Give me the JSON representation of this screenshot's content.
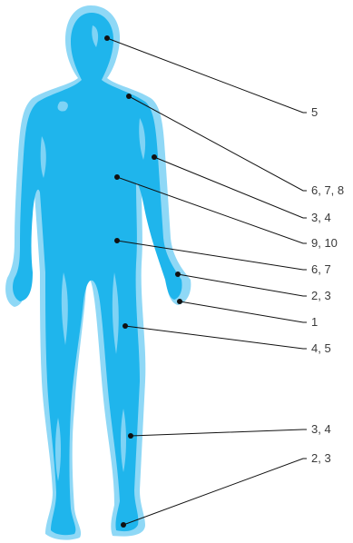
{
  "colors": {
    "body_outline": "#8fd8f6",
    "body_fill": "#1fb5ec",
    "highlight": "#7fd3f5",
    "leader_line": "#111111",
    "label_text": "#3a3a3a"
  },
  "callouts": [
    {
      "label": "5"
    },
    {
      "label": "6, 7, 8"
    },
    {
      "label": "3, 4"
    },
    {
      "label": "9, 10"
    },
    {
      "label": "6, 7"
    },
    {
      "label": "2, 3"
    },
    {
      "label": "1"
    },
    {
      "label": "4, 5"
    },
    {
      "label": "3, 4"
    },
    {
      "label": "2, 3"
    }
  ]
}
